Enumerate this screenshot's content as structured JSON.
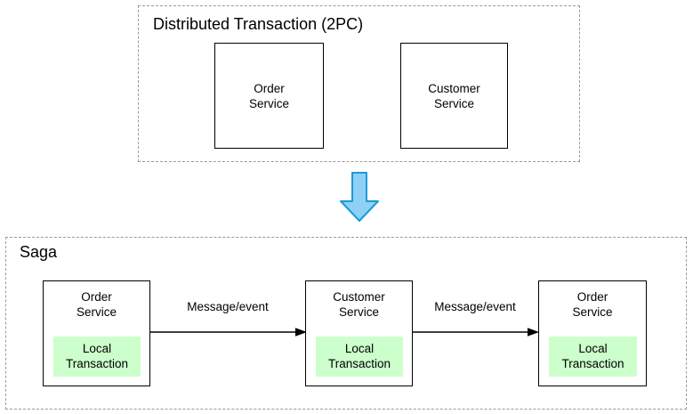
{
  "diagram": {
    "title_top": "Distributed Transaction (2PC)",
    "title_bottom": "Saga",
    "background_color": "#ffffff",
    "dashed_border_color": "#9a9a9a",
    "solid_border_color": "#000000",
    "local_txn_color": "#ccffcc",
    "arrow_fill_color": "#8ed1f5",
    "arrow_stroke_color": "#1b9ad6"
  },
  "top_section": {
    "label": "Distributed Transaction (2PC)",
    "boxes": [
      {
        "name": "Order\nService"
      },
      {
        "name": "Customer\nService"
      }
    ]
  },
  "transition_arrow": {
    "icon": "down-arrow-icon",
    "direction": "down"
  },
  "bottom_section": {
    "label": "Saga",
    "boxes": [
      {
        "name": "Order\nService",
        "local": "Local\nTransaction"
      },
      {
        "name": "Customer\nService",
        "local": "Local\nTransaction"
      },
      {
        "name": "Order\nService",
        "local": "Local\nTransaction"
      }
    ],
    "edges": [
      {
        "label": "Message/event"
      },
      {
        "label": "Message/event"
      }
    ]
  }
}
